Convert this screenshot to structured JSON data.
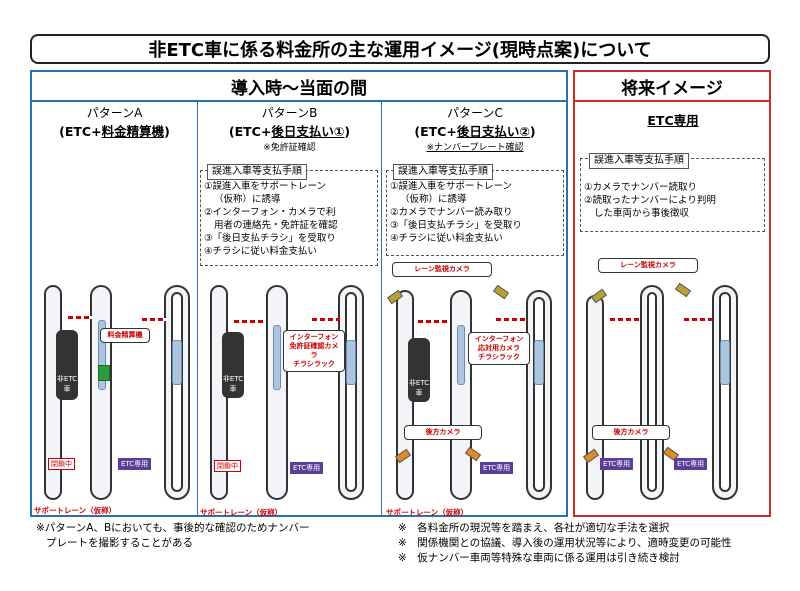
{
  "title": "非ETC車に係る料金所の主な運用イメージ(現時点案)について",
  "section_current": "導入時〜当面の間",
  "section_future": "将来イメージ",
  "patterns": {
    "a": {
      "title": "パターンA",
      "sub_prefix": "(ETC+",
      "sub_u": "料金精算機",
      "sub_suffix": ")"
    },
    "b": {
      "title": "パターンB",
      "sub_prefix": "(ETC+",
      "sub_u": "後日支払い①",
      "sub_suffix": ")",
      "note": "※免許証確認",
      "proc_head": "誤進入車等支払手順",
      "steps": [
        "①誤進入車をサポートレーン",
        "（仮称）に誘導",
        "②インターフォン・カメラで利",
        "用者の連絡先・免許証を確認",
        "③「後日支払チラシ」を受取り",
        "④チラシに従い料金支払い"
      ]
    },
    "c": {
      "title": "パターンC",
      "sub_prefix": "(ETC+",
      "sub_u": "後日支払い②",
      "sub_suffix": ")",
      "note": "※ナンバープレート確認",
      "proc_head": "誤進入車等支払手順",
      "steps": [
        "①誤進入車をサポートレーン",
        "（仮称）に誘導",
        "②カメラでナンバー読み取り",
        "③「後日支払チラシ」を受取り",
        "④チラシに従い料金支払い"
      ]
    },
    "f": {
      "title": "ETC専用",
      "proc_head": "誤進入車等支払手順",
      "steps": [
        "①カメラでナンバー読取り",
        "②読取ったナンバーにより判明",
        "した車両から事後徴収"
      ]
    }
  },
  "diagram_labels": {
    "fare_machine": "料金精算機",
    "non_etc_car": "非ETC車",
    "closed": "閉鎖中",
    "etc_only": "ETC専用",
    "support_lane": "サポートレーン（仮称）",
    "interphone_b": "インターフォン\n免許証確認カメラ\nチラシラック",
    "interphone_c": "インターフォン\n応対用カメラ\nチラシラック",
    "lane_camera": "レーン監視カメラ",
    "rear_camera": "後方カメラ"
  },
  "footnotes": {
    "left_1": "※パターンA、Bにおいても、事後的な確認のためナンバー",
    "left_2": "プレートを撮影することがある",
    "right_1": "※　各料金所の現況等を踏まえ、各社が適切な手法を選択",
    "right_2": "※　関係機関との協議、導入後の運用状況等により、適時変更の可能性",
    "right_3": "※　仮ナンバー車両等特殊な車両に係る運用は引き続き検討"
  },
  "colors": {
    "blue_border": "#2a6fb0",
    "red_border": "#c9302c",
    "etc_purple": "#5a3e9a",
    "red_text": "#c00"
  }
}
